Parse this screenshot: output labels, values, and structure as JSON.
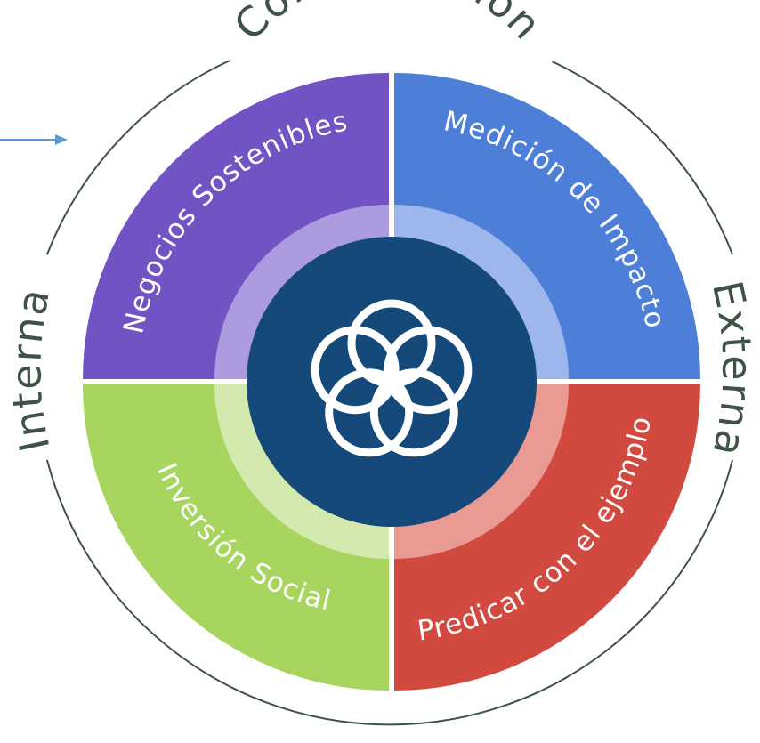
{
  "outer_ring": {
    "top": "Comunicación",
    "left": "Interna",
    "right": "Externa"
  },
  "quadrants": {
    "top_left": {
      "label": "Negocios Sostenibles",
      "color": "#7253c4",
      "inner_color": "#ad9be0"
    },
    "top_right": {
      "label": "Medición de Impacto",
      "color": "#4e7fd8",
      "inner_color": "#9db7ec"
    },
    "bottom_left": {
      "label": "Inversión Social",
      "color": "#a7d55e",
      "inner_color": "#d3e9ad"
    },
    "bottom_right": {
      "label": "Predicar con el ejemplo",
      "color": "#d24a3f",
      "inner_color": "#e89a93"
    }
  },
  "center": {
    "color": "#15497a",
    "icon": "flower-of-life-icon"
  },
  "ring_color": "#3f5246",
  "arrow_color": "#5b9bd5"
}
